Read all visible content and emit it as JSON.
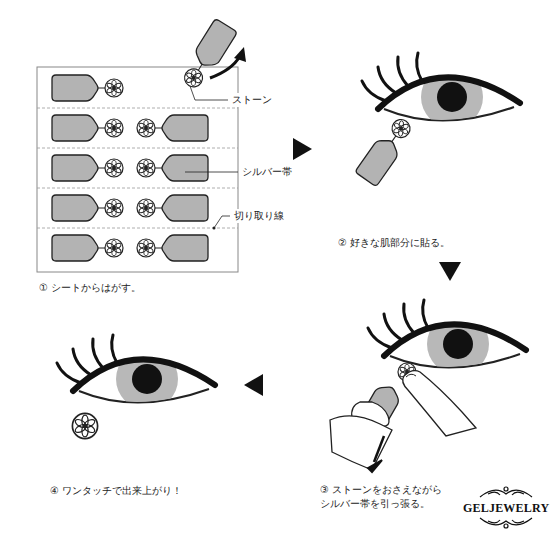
{
  "diagram": {
    "labels": [
      "ストーン",
      "シルバー帯",
      "切り取り線",
      "① シートからはがす。",
      "② 好きな肌部分に貼る。",
      "③ ストーンをおさえながら シルバー帯を引っ張る。",
      "④ ワンタッチで出来上がり！",
      "GELJEWELRY"
    ]
  }
}
